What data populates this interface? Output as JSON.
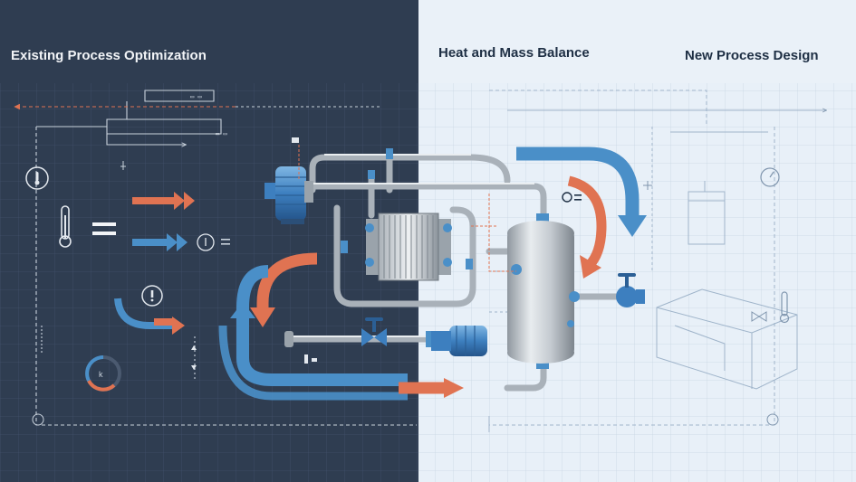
{
  "headings": {
    "left": "Existing Process Optimization",
    "middle": "Heat and Mass Balance",
    "right": "New Process Design"
  },
  "colors": {
    "dark_panel": "#2f3d51",
    "light_panel": "#e8f0f8",
    "accent_blue": "#4a8fc8",
    "accent_orange": "#e07352",
    "steel": "#b9c0c8"
  },
  "icons": {
    "thermometer": "thermometer-icon",
    "gauge": "gauge-icon",
    "pump": "pump-icon",
    "valve": "valve-icon",
    "vessel": "vessel-icon",
    "heat_exchanger": "heat-exchanger-icon"
  }
}
